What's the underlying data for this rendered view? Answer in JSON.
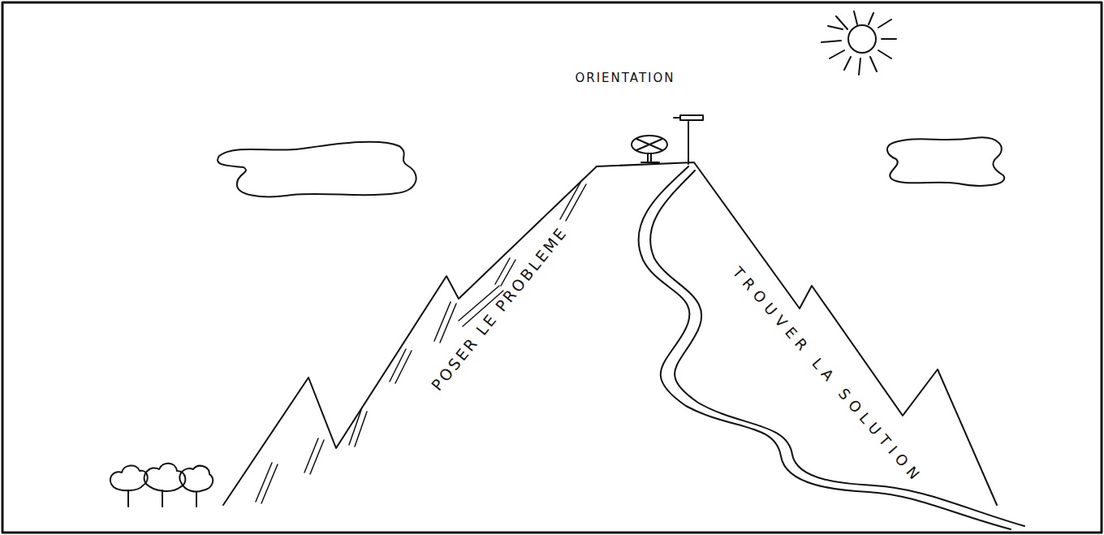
{
  "diagram": {
    "labels": [
      "ORIENTATION",
      "POSER LE PROBLEME",
      "TROUVER LA SOLUTION"
    ]
  }
}
